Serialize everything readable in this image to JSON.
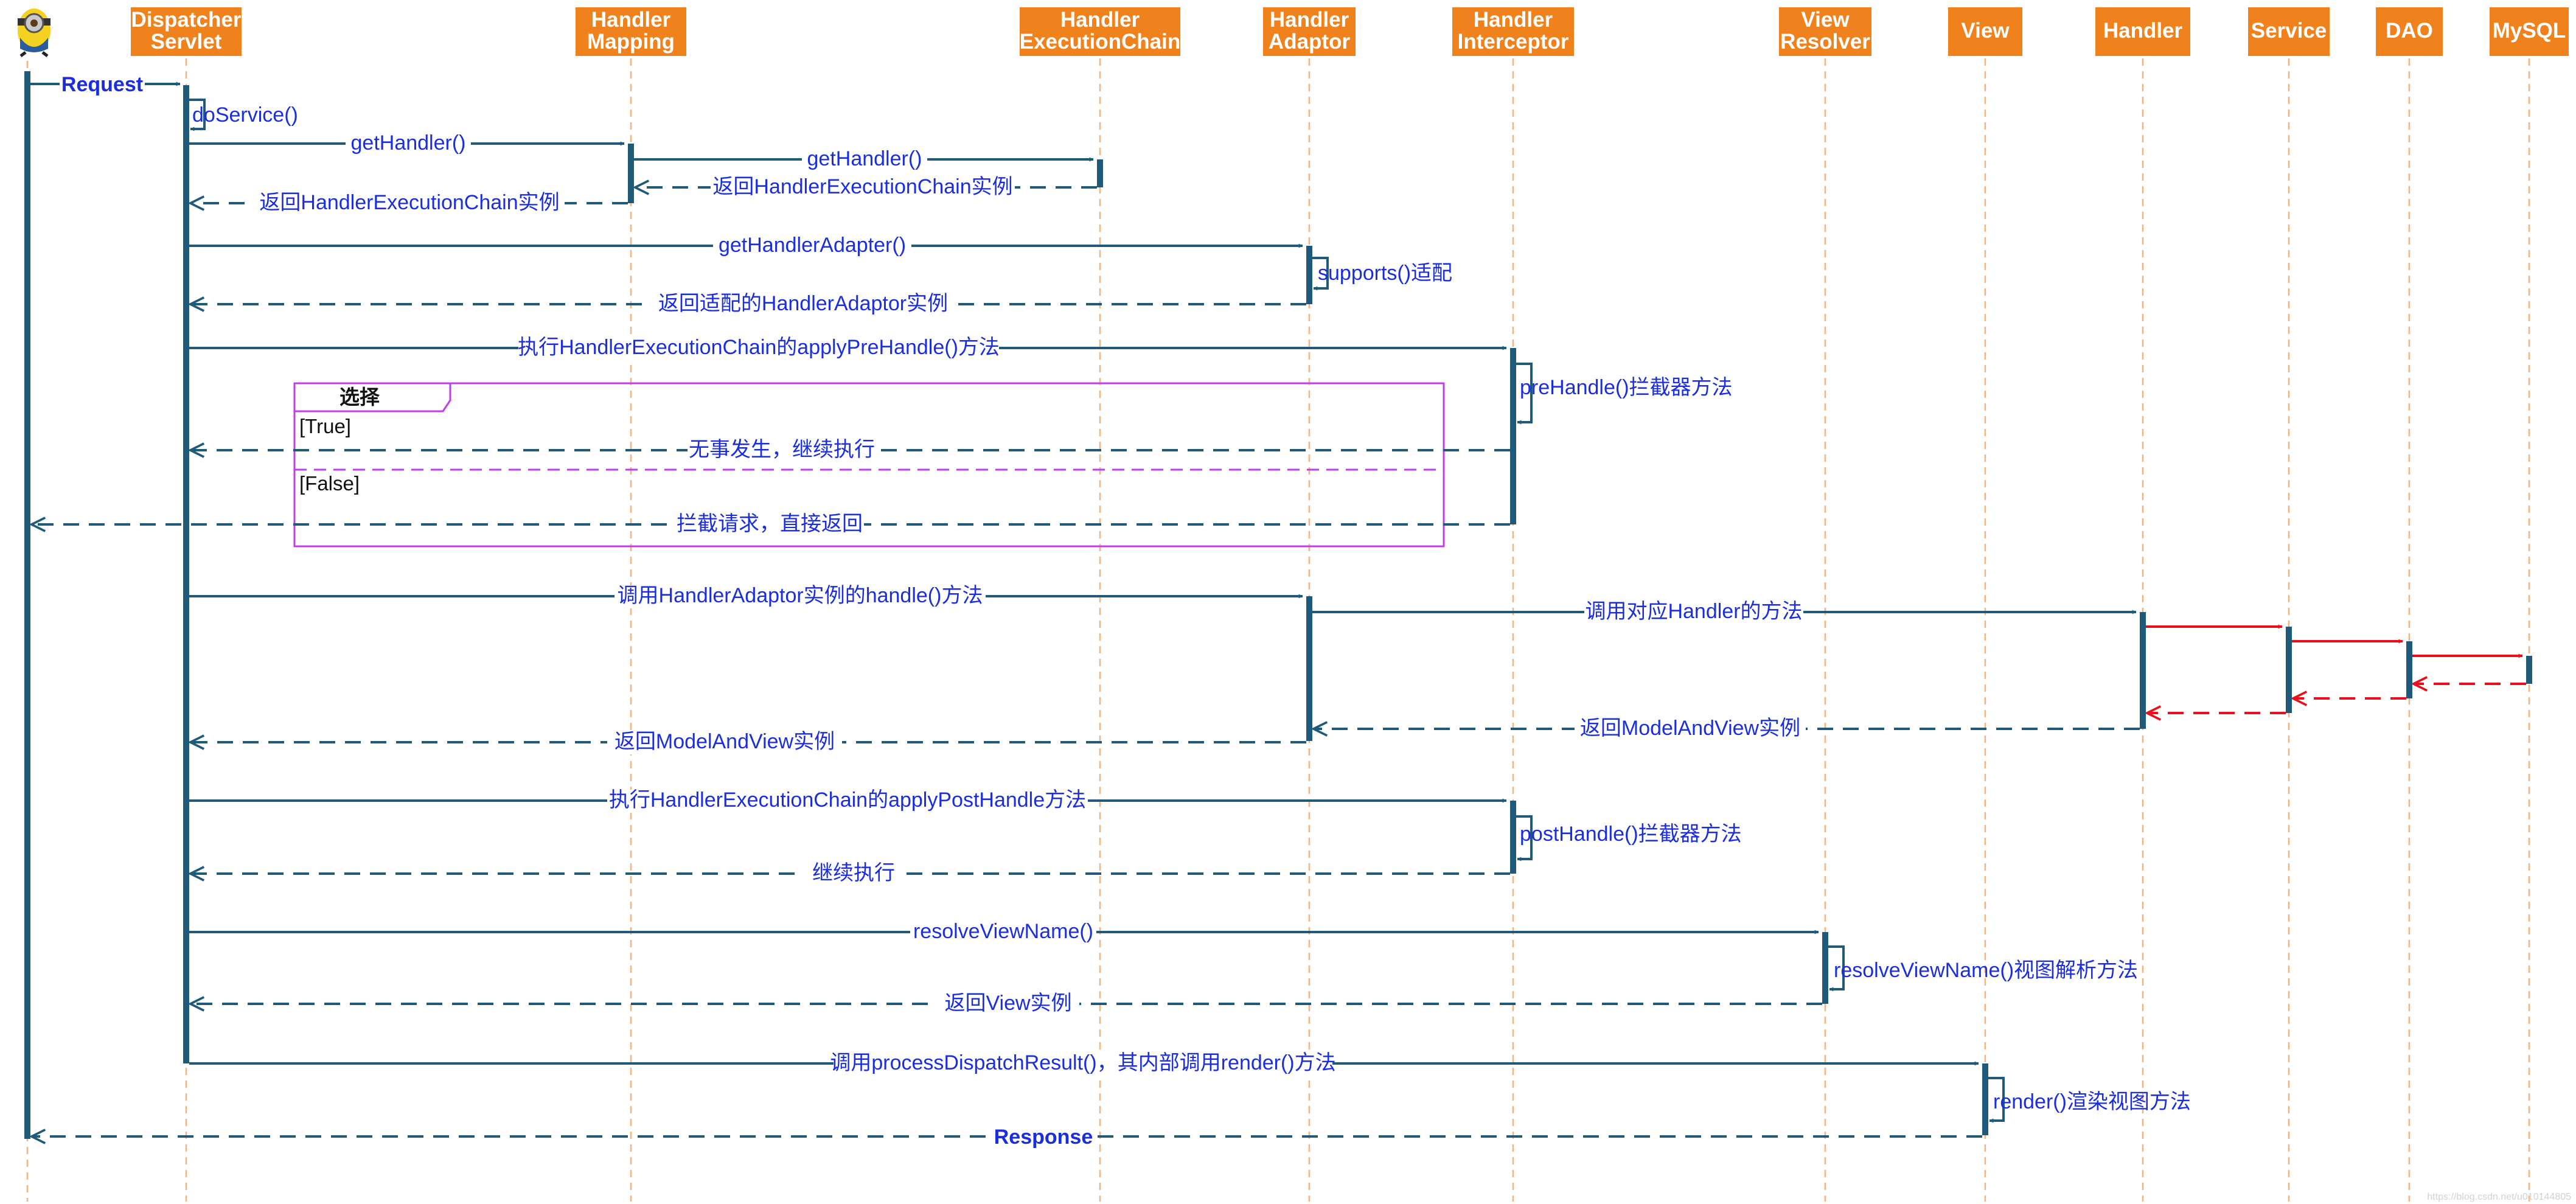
{
  "participants": [
    {
      "id": "actor",
      "lines": []
    },
    {
      "id": "dispatcher",
      "lines": [
        "Dispatcher",
        "Servlet"
      ]
    },
    {
      "id": "handler-mapping",
      "lines": [
        "Handler",
        "Mapping"
      ]
    },
    {
      "id": "execution-chain",
      "lines": [
        "Handler",
        "ExecutionChain"
      ]
    },
    {
      "id": "handler-adaptor",
      "lines": [
        "Handler",
        "Adaptor"
      ]
    },
    {
      "id": "handler-interceptor",
      "lines": [
        "Handler",
        "Interceptor"
      ]
    },
    {
      "id": "view-resolver",
      "lines": [
        "View",
        "Resolver"
      ]
    },
    {
      "id": "view",
      "lines": [
        "View"
      ]
    },
    {
      "id": "handler",
      "lines": [
        "Handler"
      ]
    },
    {
      "id": "service",
      "lines": [
        "Service"
      ]
    },
    {
      "id": "dao",
      "lines": [
        "DAO"
      ]
    },
    {
      "id": "mysql",
      "lines": [
        "MySQL"
      ]
    }
  ],
  "fragment": {
    "title": "选择",
    "guard_true": "[True]",
    "guard_false": "[False]"
  },
  "messages": [
    {
      "from": "actor",
      "to": "dispatcher",
      "label": "Request",
      "kind": "call",
      "bold": true
    },
    {
      "from": "dispatcher",
      "to": "dispatcher",
      "label": "doService()",
      "kind": "self"
    },
    {
      "from": "dispatcher",
      "to": "handler-mapping",
      "label": "getHandler()",
      "kind": "call"
    },
    {
      "from": "handler-mapping",
      "to": "execution-chain",
      "label": "getHandler()",
      "kind": "call"
    },
    {
      "from": "execution-chain",
      "to": "handler-mapping",
      "label": "返回HandlerExecutionChain实例",
      "kind": "return"
    },
    {
      "from": "handler-mapping",
      "to": "dispatcher",
      "label": "返回HandlerExecutionChain实例",
      "kind": "return"
    },
    {
      "from": "dispatcher",
      "to": "handler-adaptor",
      "label": "getHandlerAdapter()",
      "kind": "call"
    },
    {
      "from": "handler-adaptor",
      "to": "handler-adaptor",
      "label": "supports()适配",
      "kind": "self"
    },
    {
      "from": "handler-adaptor",
      "to": "dispatcher",
      "label": "返回适配的HandlerAdaptor实例",
      "kind": "return"
    },
    {
      "from": "dispatcher",
      "to": "handler-interceptor",
      "label": "执行HandlerExecutionChain的applyPreHandle()方法",
      "kind": "call"
    },
    {
      "from": "handler-interceptor",
      "to": "handler-interceptor",
      "label": "preHandle()拦截器方法",
      "kind": "self"
    },
    {
      "from": "handler-interceptor",
      "to": "dispatcher",
      "label": "无事发生，继续执行",
      "kind": "return"
    },
    {
      "from": "handler-interceptor",
      "to": "actor",
      "label": "拦截请求，直接返回",
      "kind": "return"
    },
    {
      "from": "dispatcher",
      "to": "handler-adaptor",
      "label": "调用HandlerAdaptor实例的handle()方法",
      "kind": "call"
    },
    {
      "from": "handler-adaptor",
      "to": "handler",
      "label": "调用对应Handler的方法",
      "kind": "call"
    },
    {
      "from": "handler",
      "to": "service",
      "label": "",
      "kind": "call",
      "color": "red"
    },
    {
      "from": "service",
      "to": "dao",
      "label": "",
      "kind": "call",
      "color": "red"
    },
    {
      "from": "dao",
      "to": "mysql",
      "label": "",
      "kind": "call",
      "color": "red"
    },
    {
      "from": "mysql",
      "to": "dao",
      "label": "",
      "kind": "return",
      "color": "red"
    },
    {
      "from": "dao",
      "to": "service",
      "label": "",
      "kind": "return",
      "color": "red"
    },
    {
      "from": "service",
      "to": "handler",
      "label": "",
      "kind": "return",
      "color": "red"
    },
    {
      "from": "handler",
      "to": "handler-adaptor",
      "label": "返回ModelAndView实例",
      "kind": "return"
    },
    {
      "from": "handler-adaptor",
      "to": "dispatcher",
      "label": "返回ModelAndView实例",
      "kind": "return"
    },
    {
      "from": "dispatcher",
      "to": "handler-interceptor",
      "label": "执行HandlerExecutionChain的applyPostHandle方法",
      "kind": "call"
    },
    {
      "from": "handler-interceptor",
      "to": "handler-interceptor",
      "label": "postHandle()拦截器方法",
      "kind": "self"
    },
    {
      "from": "handler-interceptor",
      "to": "dispatcher",
      "label": "继续执行",
      "kind": "return"
    },
    {
      "from": "dispatcher",
      "to": "view-resolver",
      "label": "resolveViewName()",
      "kind": "call"
    },
    {
      "from": "view-resolver",
      "to": "view-resolver",
      "label": "resolveViewName()视图解析方法",
      "kind": "self"
    },
    {
      "from": "view-resolver",
      "to": "dispatcher",
      "label": "返回View实例",
      "kind": "return"
    },
    {
      "from": "dispatcher",
      "to": "view",
      "label": "调用processDispatchResult()，其内部调用render()方法",
      "kind": "call"
    },
    {
      "from": "view",
      "to": "view",
      "label": "render()渲染视图方法",
      "kind": "self"
    },
    {
      "from": "view",
      "to": "actor",
      "label": "Response",
      "kind": "return",
      "bold": true
    }
  ],
  "colors": {
    "participant_fill": "#f0821e",
    "lifeline": "#f5b27a",
    "activation": "#1f5a7a",
    "label": "#1a2ee0",
    "fragment": "#c23de8",
    "db_call": "#e8101a"
  },
  "watermark": "https://blog.csdn.net/u010144805"
}
